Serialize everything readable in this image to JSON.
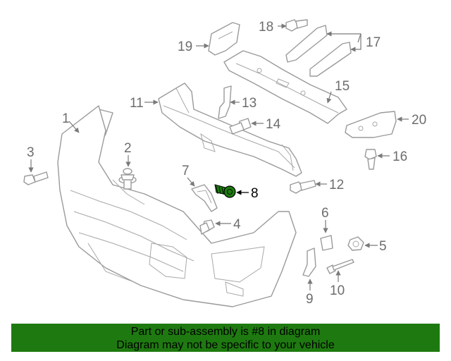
{
  "highlight_color": "#1e7a10",
  "highlighted_part": "8",
  "callouts": {
    "c1": "1",
    "c2": "2",
    "c3": "3",
    "c4": "4",
    "c5": "5",
    "c6": "6",
    "c7": "7",
    "c8": "8",
    "c9": "9",
    "c10": "10",
    "c11": "11",
    "c12": "12",
    "c13": "13",
    "c14": "14",
    "c15": "15",
    "c16": "16",
    "c17": "17",
    "c18": "18",
    "c19": "19",
    "c20": "20"
  },
  "banner": {
    "line1": "Part or sub-assembly is #8 in diagram",
    "line2": "Diagram may not be specific to your vehicle"
  }
}
